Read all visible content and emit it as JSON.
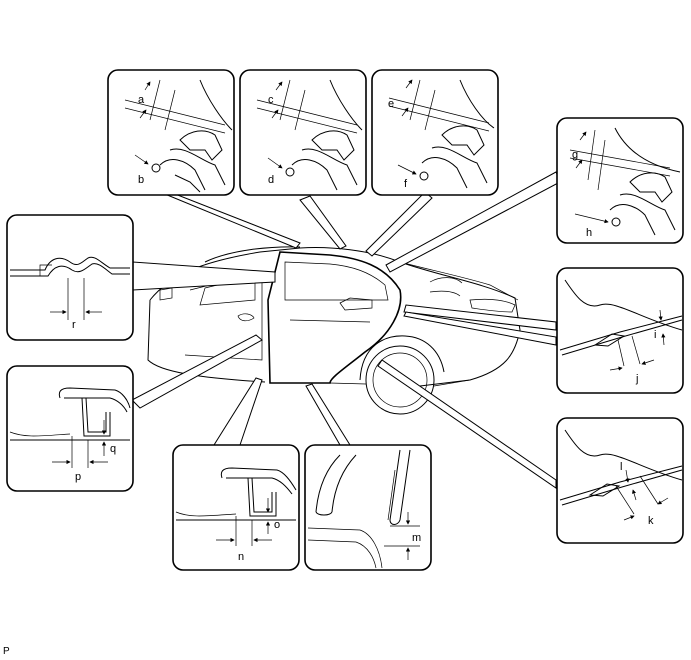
{
  "callouts": {
    "a": "a",
    "b": "b",
    "c": "c",
    "d": "d",
    "e": "e",
    "f": "f",
    "g": "g",
    "h": "h",
    "i": "i",
    "j": "j",
    "k": "k",
    "l": "l",
    "m": "m",
    "n": "n",
    "o": "o",
    "p": "p",
    "q": "q",
    "r": "r"
  },
  "figure_code": "P"
}
